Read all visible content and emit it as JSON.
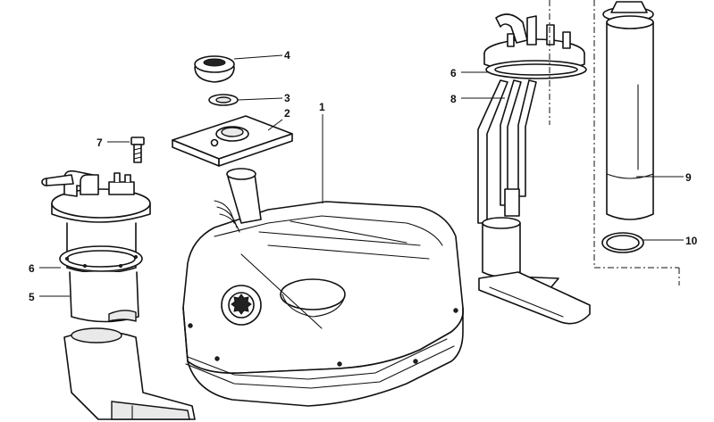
{
  "callouts": {
    "c1": "1",
    "c2": "2",
    "c3": "3",
    "c4": "4",
    "c5": "5",
    "c6a": "6",
    "c6b": "6",
    "c7": "7",
    "c8": "8",
    "c9": "9",
    "c10": "10"
  },
  "colors": {
    "line": "#111111",
    "background": "#ffffff"
  }
}
